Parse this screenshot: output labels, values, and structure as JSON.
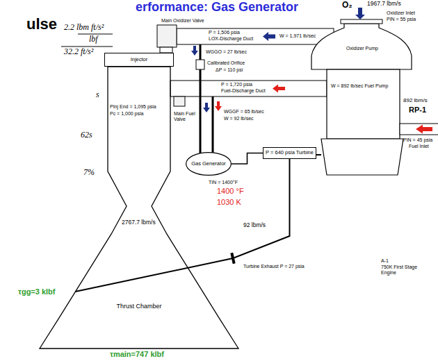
{
  "diagram": {
    "title": "erformance: Gas Generator",
    "nodes": [
      {
        "text": [
          "Injector"
        ]
      },
      {
        "text": [
          "Gas Generator"
        ]
      },
      {
        "text": [
          "P = 640 psia Turbine"
        ]
      },
      {
        "text": [
          "Thrust Chamber"
        ]
      }
    ],
    "edges": [
      {
        "from": 1,
        "to": 2,
        "arrow": "none"
      },
      {
        "from": 2,
        "to": 3,
        "arrow": "none"
      }
    ],
    "labels": [
      "ulse",
      "O₂",
      "1967.7 lbm/s",
      "Oxidizer Inlet",
      "PIN = 55 psia",
      "Main Oxidizer Valve",
      "P = 1,506 psia",
      "LOX-Discharge Duct",
      "W = 1,971 lb/sec",
      "Oxidizer Pump",
      "2.2 lbm ft/s²",
      "lbf",
      "32.2 ft/s²",
      "WGGO = 27 lb/sec",
      "Calibrated Orifice",
      "ΔP = 110 psi",
      "P = 1,720 psia",
      "Fuel-Discharge Duct",
      "W = 892 lb/sec Fuel Pump",
      "892 lbm/s",
      "RP-1",
      "PIN = 45 psia",
      "Fuel Inlet",
      "s",
      "PInj End = 1,095 psia",
      "Pc = 1,000 psia",
      "WGGF = 65 lb/sec",
      "W = 92 lb/sec",
      "Main Fuel Valve",
      "62s",
      "TIN = 1400°F",
      "1400 °F",
      "1030 K",
      "7%",
      "2767.7 lbm/s",
      "92 lbm/s",
      "Turbine Exhaust P = 27 psia",
      "A-1",
      "750K First Stage Engine",
      "τgg=3 klbf",
      "τmain=747 klbf"
    ]
  }
}
